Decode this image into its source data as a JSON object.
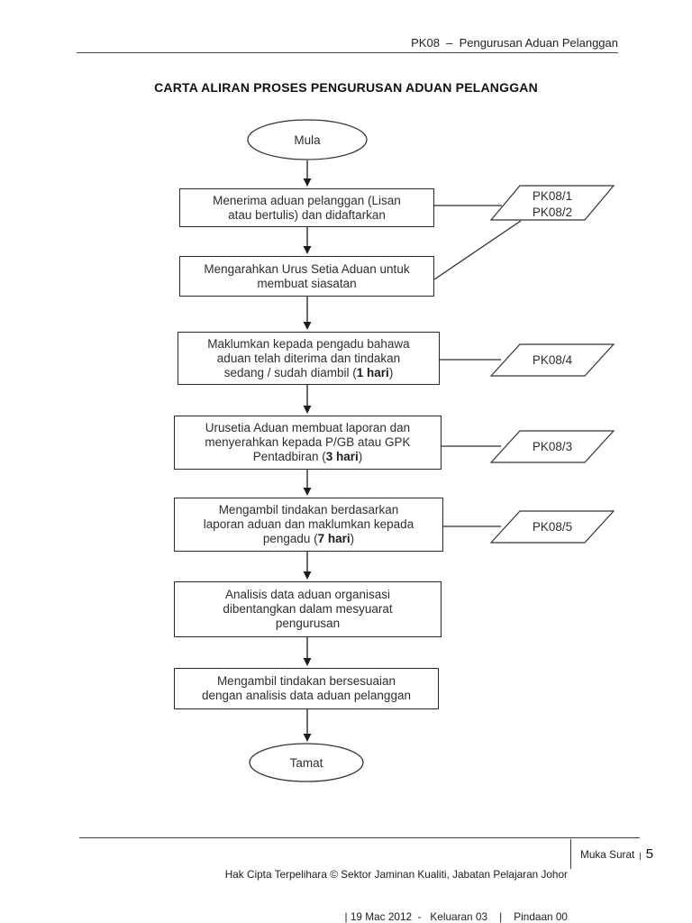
{
  "page": {
    "header": "PK08  –  Pengurusan Aduan Pelanggan",
    "title": "CARTA ALIRAN PROSES PENGURUSAN ADUAN PELANGGAN",
    "footer": {
      "copyright_line": "Hak Cipta Terpelihara © Sektor Jaminan Kualiti, Jabatan Pelajaran Johor",
      "revision_line": "| 19 Mac 2012  -   Keluaran 03    |    Pindaan 00",
      "page_label": "Muka Surat",
      "page_separator": "|",
      "page_number": "5"
    }
  },
  "flowchart": {
    "start_label": "Mula",
    "end_label": "Tamat",
    "boxes": [
      {
        "lines": [
          [
            {
              "t": "Menerima aduan pelanggan (Lisan"
            }
          ],
          [
            {
              "t": "atau bertulis) dan didaftarkan"
            }
          ]
        ]
      },
      {
        "lines": [
          [
            {
              "t": "Mengarahkan Urus Setia Aduan untuk"
            }
          ],
          [
            {
              "t": "membuat siasatan"
            }
          ]
        ]
      },
      {
        "lines": [
          [
            {
              "t": "Maklumkan kepada pengadu bahawa"
            }
          ],
          [
            {
              "t": "aduan telah diterima dan tindakan"
            }
          ],
          [
            {
              "t": "sedang / sudah diambil ("
            },
            {
              "t": "1 hari",
              "b": true
            },
            {
              "t": ")"
            }
          ]
        ]
      },
      {
        "lines": [
          [
            {
              "t": "Urusetia Aduan membuat laporan dan"
            }
          ],
          [
            {
              "t": "menyerahkan kepada P/GB atau GPK"
            }
          ],
          [
            {
              "t": "Pentadbiran ("
            },
            {
              "t": "3 hari",
              "b": true
            },
            {
              "t": ")"
            }
          ]
        ]
      },
      {
        "lines": [
          [
            {
              "t": "Mengambil tindakan berdasarkan"
            }
          ],
          [
            {
              "t": "laporan aduan dan maklumkan kepada"
            }
          ],
          [
            {
              "t": "pengadu ("
            },
            {
              "t": "7 hari",
              "b": true
            },
            {
              "t": ")"
            }
          ]
        ]
      },
      {
        "lines": [
          [
            {
              "t": "Analisis data aduan organisasi"
            }
          ],
          [
            {
              "t": "dibentangkan dalam mesyuarat"
            }
          ],
          [
            {
              "t": "pengurusan"
            }
          ]
        ]
      },
      {
        "lines": [
          [
            {
              "t": "Mengambil tindakan bersesuaian"
            }
          ],
          [
            {
              "t": "dengan analisis data aduan pelanggan"
            }
          ]
        ]
      }
    ],
    "documents": [
      {
        "lines": [
          "PK08/1",
          "PK08/2"
        ]
      },
      {
        "lines": [
          "PK08/4"
        ]
      },
      {
        "lines": [
          "PK08/3"
        ]
      },
      {
        "lines": [
          "PK08/5"
        ]
      }
    ]
  },
  "colors": {
    "ink": "#222222",
    "background": "#ffffff"
  }
}
